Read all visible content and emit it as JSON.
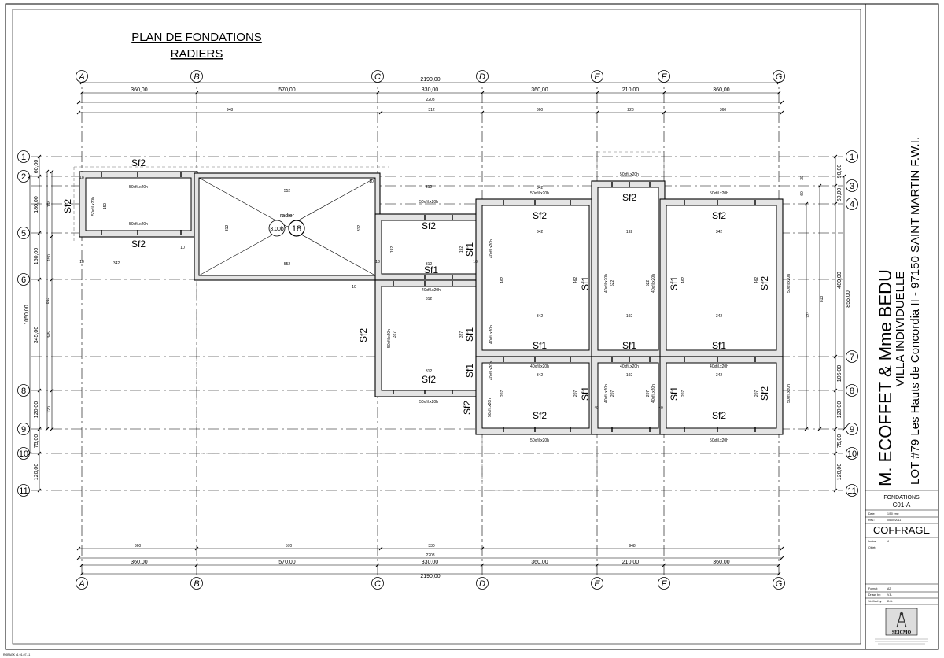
{
  "title": {
    "line1": "PLAN DE FONDATIONS",
    "line2": "RADIERS"
  },
  "grid_columns": [
    "A",
    "B",
    "C",
    "D",
    "E",
    "F",
    "G"
  ],
  "grid_rows": [
    "1",
    "2",
    "3",
    "4",
    "5",
    "6",
    "7",
    "8",
    "9",
    "10",
    "11"
  ],
  "top_dims": {
    "total": "2190,00",
    "spans": [
      "360,00",
      "570,00",
      "330,00",
      "360,00",
      "210,00",
      "360,00"
    ],
    "inner_total": "2208",
    "inner": [
      "948",
      "312",
      "360",
      "228",
      "360"
    ]
  },
  "bottom_dims": {
    "inner": [
      "360",
      "570",
      "330",
      "948"
    ],
    "inner_total": "2208",
    "spans": [
      "360,00",
      "570,00",
      "330,00",
      "360,00",
      "210,00",
      "360,00"
    ],
    "total": "2190,00"
  },
  "left_dims": {
    "outer": [
      "60,00",
      "180,00",
      "150,00",
      "345,00",
      "120,00",
      "75,00",
      "120,00"
    ],
    "outer_total": "1050,00",
    "inner": [
      "198",
      "150",
      "345",
      "120"
    ],
    "inner_total": "813"
  },
  "right_dims": {
    "outer": [
      "90,00",
      "60,00",
      "480,00",
      "105,00",
      "120,00",
      "75,00",
      "120,00"
    ],
    "outer_total": "855,00",
    "inner": [
      "723"
    ],
    "inner_total": "813"
  },
  "labels": {
    "sf1": "Sf1",
    "sf2": "Sf2",
    "radier": "radier",
    "radier_thk": "3.00b",
    "radier_num": "18",
    "beam50": "50xfil.x20h",
    "beam40": "40xfil.x20h",
    "d552": "552",
    "d312": "312",
    "d342": "342",
    "d192": "192",
    "d462": "462",
    "d327": "327",
    "d207": "207",
    "d522": "522",
    "d150": "150",
    "d90": "90",
    "d60": "60",
    "d30": "30",
    "d10": "10",
    "d18": "18",
    "d40": "40"
  },
  "title_block": {
    "client": "M. ECOFFET & Mme BEDU",
    "project": "VILLA INDIVIDUELLE",
    "address": "LOT #79 Les Hauts de Concordia II - 97150 SAINT MARTIN F.W.I.",
    "sheet_title": "FONDATIONS",
    "sheet_code": "C01-A",
    "date_label": "Date:",
    "date_value": "1/50 ème",
    "rev_label": "Rév.:",
    "rev_value": "05/04/2011",
    "type": "COFFRAGE",
    "index_label": "Indice:",
    "index_value": "A",
    "object_label": "Objet:",
    "format_label": "Format:",
    "format_value": "A2",
    "drawn_label": "Drawn by:",
    "drawn_value": "V.B.",
    "verified_label": "Verified by:",
    "verified_value": "D.B.",
    "logo_text": "SEICMO"
  },
  "footer_code": "ROBAGK v1 01-07-11"
}
